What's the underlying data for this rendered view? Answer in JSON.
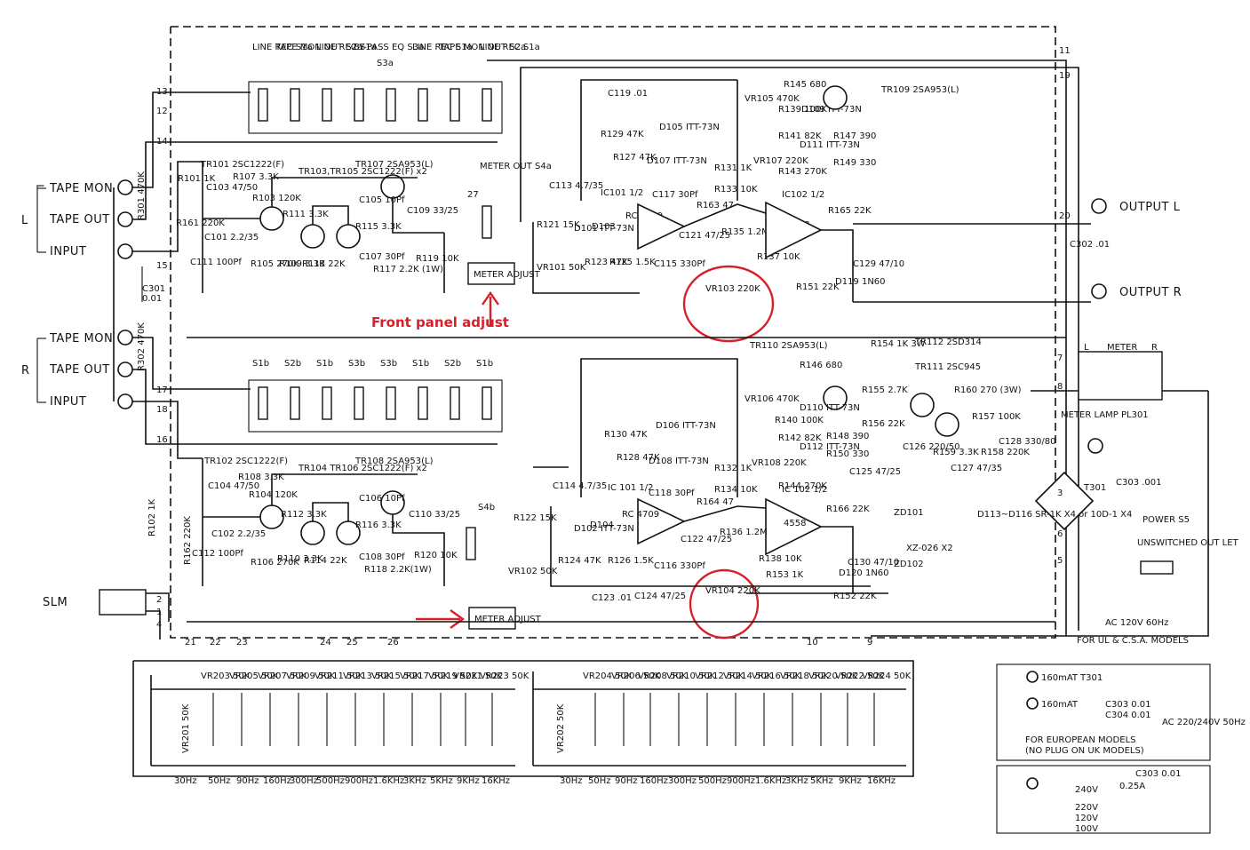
{
  "left_jacks": {
    "L": {
      "channel": "L",
      "tape_mon": "TAPE MON",
      "tape_out": "TAPE OUT",
      "input": "INPUT",
      "resistor": "R301 470K"
    },
    "R": {
      "channel": "R",
      "tape_mon": "TAPE MON",
      "tape_out": "TAPE OUT",
      "input": "INPUT",
      "resistor": "R302 470K"
    }
  },
  "switch_header": [
    "LINE REC S1a",
    "TAPE MON OUT S2a",
    "LINE REC S1a",
    "BY-PASS EQ S3a",
    "S3a",
    "LINE REC S1a",
    "TAPE MON OUT S2a",
    "LINE REC S1a"
  ],
  "switch_header_b": [
    "S1b",
    "S2b",
    "S1b",
    "S3b",
    "S3b",
    "S1b",
    "S2b",
    "S1b"
  ],
  "meter_out": "METER OUT S4a",
  "meter_adjust": "METER ADJUST",
  "s4b": "S4b",
  "front_panel_adjust": "Front panel adjust",
  "transistors_top": {
    "tr101": "TR101 2SC1222(F)",
    "tr103": "TR103,TR105 2SC1222(F) x2",
    "tr107": "TR107 2SA953(L)",
    "tr109": "TR109 2SA953(L)"
  },
  "transistors_bottom": {
    "tr102": "TR102 2SC1222(F)",
    "tr104": "TR104 TR106 2SC1222(F) x2",
    "tr108": "TR108 2SA953(L)",
    "tr110": "TR110 2SA953(L)",
    "tr111": "TR111 2SC945",
    "tr112": "TR112 2SD314"
  },
  "components_top": [
    "R101 1K",
    "R161 220K",
    "C103 47/50",
    "C101 2.2/35",
    "C111 100Pf",
    "R107 3.3K",
    "R103 120K",
    "R105 270K",
    "R109 3.3K",
    "R111 3.3K",
    "R113 22K",
    "R115 3.3K",
    "C105 10Pf",
    "C107 30Pf",
    "R117 2.2K (1W)",
    "C109 33/25",
    "R119 10K",
    "C113 4.7/35",
    "R121 15K",
    "VR101 50K",
    "D101 ITT-73N",
    "D103",
    "R123 47K",
    "R125 1.5K",
    "C115 330Pf",
    "C117 30Pf",
    "C119 .01",
    "R129 47K",
    "R127 47K",
    "D105 ITT-73N",
    "D107 ITT-73N",
    "IC101 1/2",
    "RC 4709",
    "R131 1K",
    "R133 10K",
    "R135 1.2M",
    "C121 47/25",
    "R163 47",
    "R137 10K",
    "VR103 220K",
    "R151 22K",
    "IC102 1/2",
    "4558",
    "R165 22K",
    "C129 47/10",
    "D119 1N60",
    "R145 680",
    "VR105 470K",
    "R139 100K",
    "D109 ITT-73N",
    "R141 82K",
    "D111 ITT-73N",
    "VR107 220K",
    "R143 270K",
    "R147 390",
    "R149 330"
  ],
  "components_bottom": [
    "R102 1K",
    "R162 220K",
    "C104 47/50",
    "C102 2.2/35",
    "C112 100Pf",
    "R108 3.3K",
    "R104 120K",
    "R106 270K",
    "R110 3.3K",
    "R112 3.3K",
    "R114 22K",
    "R116 3.3K",
    "C106 10Pf",
    "C108 30Pf",
    "R118 2.2K(1W)",
    "C110 33/25",
    "R120 10K",
    "C114 4.7/35",
    "R122 15K",
    "VR102 50K",
    "D102 ITT-73N",
    "D104",
    "R124 47K",
    "R126 1.5K",
    "C116 330Pf",
    "C118 30Pf",
    "R130 47K",
    "R128 47K",
    "D106 ITT-73N",
    "D108 ITT-73N",
    "IC 101 1/2",
    "RC 4709",
    "R132 1K",
    "R134 10K",
    "R136 1.2M",
    "C122 47/25",
    "R164 47",
    "R138 10K",
    "VR104 220K",
    "R153 1K",
    "C123 .01",
    "C124 47/25",
    "IC 102 1/2",
    "4558",
    "R166 22K",
    "C130 47/10",
    "D120 1N60",
    "R152 22K",
    "R146 680",
    "VR106 470K",
    "R140 100K",
    "D110 ITT-73N",
    "R142 82K",
    "D112 ITT-73N",
    "VR108 220K",
    "R144 270K",
    "R148 390",
    "R150 330",
    "R154 1K 3W",
    "R155 2.7K",
    "R156 22K",
    "C125 47/25",
    "C126 220/50",
    "R160 270 (3W)",
    "R157 100K",
    "R158 220K",
    "C128 330/80",
    "R159 3.3K",
    "C127 47/35",
    "ZD101",
    "ZD102",
    "XZ-026 X2"
  ],
  "outputs": {
    "left": "OUTPUT L",
    "right": "OUTPUT R",
    "cap": "C302 .01"
  },
  "meter": {
    "title": "METER",
    "plus": "L",
    "minus": "R",
    "lamp": "METER LAMP PL301"
  },
  "power": {
    "bridge": "D113~D116 SR-1K X4 or 10D-1 X4",
    "transformer": "T301",
    "cap": "C303 .001",
    "switch": "POWER S5",
    "outlet": "UNSWITCHED OUT LET",
    "ac": "AC 120V 60Hz",
    "models": "FOR UL & C.S.A. MODELS"
  },
  "slm": "SLM",
  "eq_left": {
    "vrs": [
      "VR203 50K",
      "VR205 50K",
      "VR207 50K",
      "VR209 50K",
      "VR211 50K",
      "VR213 50K",
      "VR215 50K",
      "VR217 50K",
      "VR219 50K",
      "VR221 50K",
      "VR223 50K"
    ],
    "vr_main": "VR201 50K",
    "bands": [
      "30Hz",
      "50Hz",
      "90Hz",
      "160Hz",
      "300Hz",
      "500Hz",
      "900Hz",
      "1.6KHz",
      "3KHz",
      "5KHz",
      "9KHz",
      "16KHz"
    ]
  },
  "eq_right": {
    "vrs": [
      "VR204 50K",
      "VR206 50K",
      "VR208 50K",
      "VR210 50K",
      "VR212 50K",
      "VR214 50K",
      "VR216 50K",
      "VR218 50K",
      "VR220 50K",
      "VR222 50K",
      "VR224 50K"
    ],
    "vr_main": "VR202 50K",
    "bands": [
      "30Hz",
      "50Hz",
      "90Hz",
      "160Hz",
      "300Hz",
      "500Hz",
      "900Hz",
      "1.6KHz",
      "3KHz",
      "5KHz",
      "9KHz",
      "16KHz"
    ]
  },
  "euro": {
    "fuse1": "160mAT",
    "fuse2": "160mAT",
    "transformer": "T301",
    "c303": "C303 0.01",
    "c304": "C304 0.01",
    "ac": "AC 220/240V 50Hz",
    "label1": "FOR EUROPEAN MODELS",
    "label2": "(NO PLUG ON UK MODELS)"
  },
  "variable": {
    "c303": "C303 0.01",
    "fuse": "0.25A",
    "v240": "240V",
    "v220": "220V",
    "v120": "120V",
    "v100": "100V"
  },
  "terminals": [
    "11",
    "19",
    "13",
    "12",
    "14",
    "15",
    "17",
    "18",
    "16",
    "20",
    "7",
    "8",
    "3",
    "6",
    "5",
    "2",
    "1",
    "4",
    "21",
    "22",
    "23",
    "24",
    "25",
    "26",
    "10",
    "9",
    "27"
  ]
}
